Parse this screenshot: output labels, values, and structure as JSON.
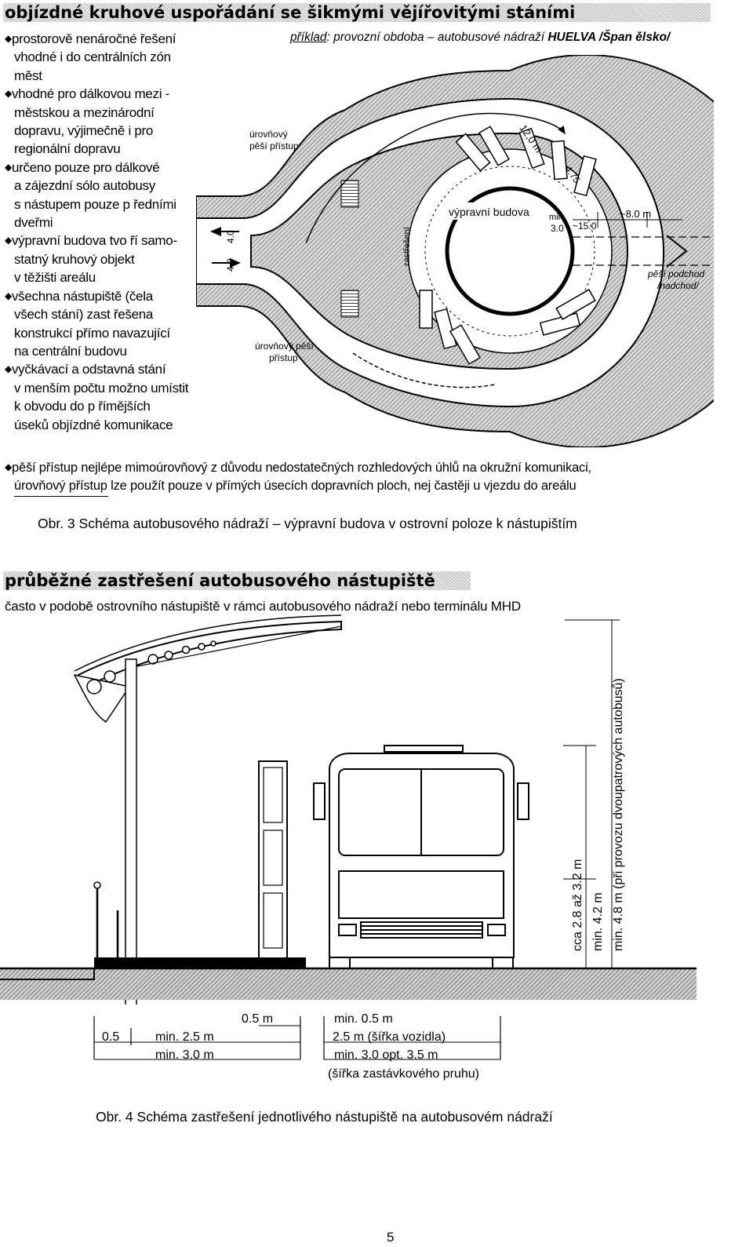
{
  "section1": {
    "heading": "objízdné kruhové uspořádání se šikmými vějířovitými stáními",
    "bullets": [
      [
        "prostorově nenáročné řešení",
        "vhodné i do centrálních zón",
        "měst"
      ],
      [
        "vhodné pro dálkovou mezi -",
        "městskou a mezinárodní",
        "dopravu, výjimečně i pro",
        "regionální dopravu"
      ],
      [
        "určeno pouze pro dálkové",
        "a zájezdní sólo autobusy",
        "s nástupem pouze p ředními",
        "dveřmi"
      ],
      [
        "výpravní budova tvo ří samo-",
        "statný kruhový objekt",
        "v těžišti areálu"
      ],
      [
        "všechna nástupiště (čela",
        "všech stání) zast řešena",
        "konstrukcí přímo navazující",
        "na centrální budovu"
      ],
      [
        "vyčkávací a odstavná stání",
        "v menším počtu možno umístit",
        "k obvodu do p římějších",
        "úseků objízdné komunikace"
      ]
    ],
    "bullet_glyph": "◆",
    "example_label": "příklad",
    "example_text": ": provozní obdoba – autobusové nádraží ",
    "example_place": "HUELVA /Špan ělsko/",
    "bottom_line1": "pěší přístup nejlépe mimoúrovňový z důvodu nedostatečných rozhledových úhlů na okružní komunikaci,",
    "bottom_line2": "úrovňový přístup lze použít pouze v přímých úsecích dopravních ploch, nej častěji u vjezdu do areálu",
    "diagram": {
      "label_ped_top": [
        "úrovňový",
        "pěší přístup"
      ],
      "label_ped_bottom": [
        "úrovňový pěší",
        "přístup"
      ],
      "label_building": "výpravní budova",
      "label_roof": "zastřešení",
      "label_underpass": [
        "pěší podchod",
        "/nadchod/"
      ],
      "dim_12": "12,0 m",
      "dim_475": "4.75",
      "dim_min": "min",
      "dim_30": "3.0",
      "dim_150": "~15.0",
      "dim_80": "~8.0 m",
      "dim_lane_a": "4.0",
      "dim_lane_b": "4.0"
    }
  },
  "caption1": "Obr. 3  Schéma autobusového nádraží – výpravní budova v ostrovní poloze k nástupištím",
  "section2": {
    "heading": "průběžné zastřešení autobusového nástupiště",
    "subtitle": "často v podobě ostrovního nástupiště v rámci autobusového nádraží nebo terminálu MHD",
    "vdim1": "cca 2.8 až 3.2 m",
    "vdim2": "min. 4.2 m",
    "vdim3": "min. 4.8 m (při provozu dvoupatrových autobusů)",
    "d_05m": "0.5 m",
    "d_min05": "min. 0.5 m",
    "d_05": "0.5",
    "d_min25": "min. 2.5 m",
    "d_25veh": "2.5 m (šířka vozidla)",
    "d_min30": "min. 3.0 m",
    "d_min30opt": "min. 3.0  opt. 3.5 m",
    "d_lane": "(šířka zastávkového pruhu)"
  },
  "caption2": "Obr. 4  Schéma zastřešení jednotlivého nástupiště na autobusovém nádraží",
  "page_number": "5"
}
